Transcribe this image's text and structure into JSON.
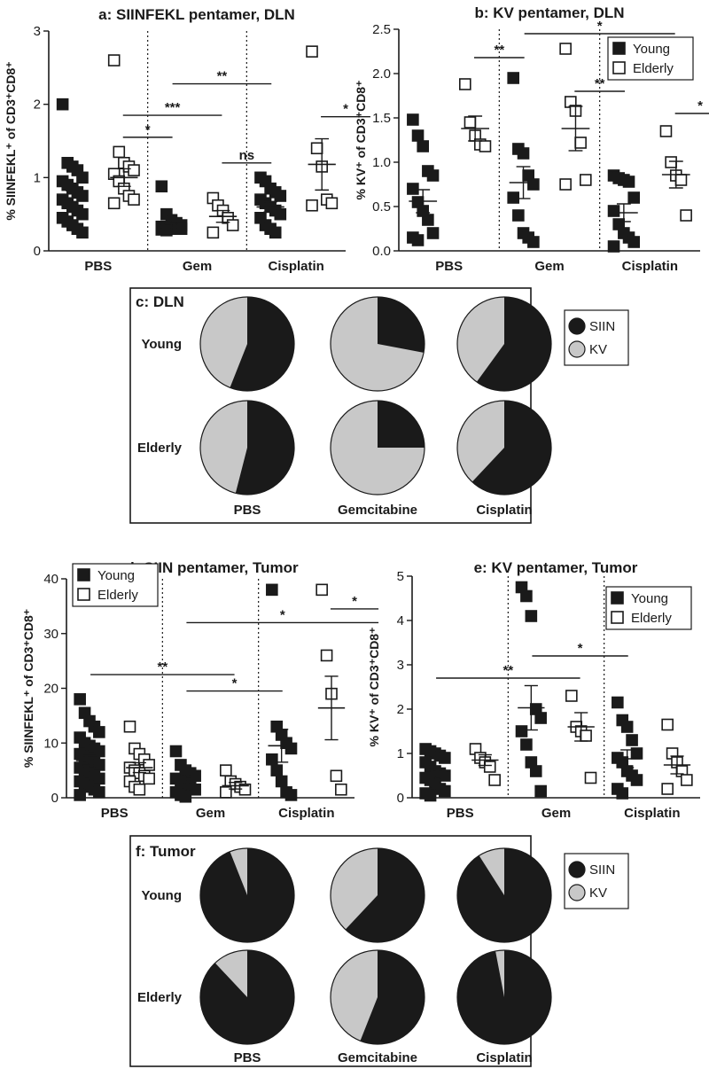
{
  "colors": {
    "young": "#1a1a1a",
    "elderly": "#ffffff",
    "siin": "#1a1a1a",
    "kv": "#c8c8c8",
    "axis": "#1a1a1a"
  },
  "chart_data": [
    {
      "id": "a",
      "type": "scatter",
      "title": "a: SIINFEKL pentamer, DLN",
      "ylabel": "% SIINFEKL⁺ of CD3⁺CD8⁺",
      "ylim": [
        0,
        3
      ],
      "yticks": [
        0,
        1,
        2,
        3
      ],
      "categories": [
        "PBS",
        "Gem",
        "Cisplatin"
      ],
      "legend": null,
      "series": [
        {
          "group": "Young",
          "points": [
            {
              "cat": 0,
              "values": [
                2.0,
                1.2,
                1.15,
                1.1,
                1.0,
                0.95,
                0.9,
                0.85,
                0.8,
                0.75,
                0.7,
                0.65,
                0.6,
                0.55,
                0.5,
                0.45,
                0.4,
                0.35,
                0.3,
                0.25
              ],
              "mean": 0.72,
              "sem": 0.1
            },
            {
              "cat": 1,
              "values": [
                0.88,
                0.5,
                0.42,
                0.38,
                0.35,
                0.33,
                0.32,
                0.31,
                0.3,
                0.3,
                0.29,
                0.28
              ],
              "mean": 0.32,
              "sem": 0.05
            },
            {
              "cat": 2,
              "values": [
                1.0,
                0.95,
                0.85,
                0.8,
                0.75,
                0.7,
                0.65,
                0.6,
                0.55,
                0.5,
                0.45,
                0.35,
                0.3,
                0.25
              ],
              "mean": 0.6,
              "sem": 0.07
            }
          ]
        },
        {
          "group": "Elderly",
          "points": [
            {
              "cat": 0,
              "values": [
                2.6,
                1.35,
                1.2,
                1.15,
                1.1,
                1.05,
                0.95,
                0.85,
                0.75,
                0.7,
                0.65
              ],
              "mean": 1.0,
              "sem": 0.12
            },
            {
              "cat": 1,
              "values": [
                0.72,
                0.62,
                0.55,
                0.45,
                0.35,
                0.25
              ],
              "mean": 0.47,
              "sem": 0.08
            },
            {
              "cat": 2,
              "values": [
                2.72,
                1.4,
                1.15,
                0.7,
                0.65,
                0.62
              ],
              "mean": 1.18,
              "sem": 0.35
            }
          ]
        }
      ],
      "significance": [
        {
          "label": "*",
          "x1": 0.25,
          "x2": 0.75,
          "y": 1.55
        },
        {
          "label": "***",
          "x1": 0.25,
          "x2": 1.25,
          "y": 1.85
        },
        {
          "label": "**",
          "x1": 0.75,
          "x2": 1.75,
          "y": 2.28
        },
        {
          "label": "ns",
          "x1": 1.25,
          "x2": 1.75,
          "y": 1.2
        },
        {
          "label": "*",
          "x1": 2.25,
          "x2": 2.75,
          "y": 1.83
        }
      ]
    },
    {
      "id": "b",
      "type": "scatter",
      "title": "b: KV pentamer, DLN",
      "ylabel": "% KV⁺ of CD3⁺CD8⁺",
      "ylim": [
        0,
        2.5
      ],
      "yticks": [
        0.0,
        0.5,
        1.0,
        1.5,
        2.0,
        2.5
      ],
      "categories": [
        "PBS",
        "Gem",
        "Cisplatin"
      ],
      "legend": [
        "Young",
        "Elderly"
      ],
      "series": [
        {
          "group": "Young",
          "points": [
            {
              "cat": 0,
              "values": [
                1.48,
                1.3,
                1.18,
                0.9,
                0.85,
                0.7,
                0.55,
                0.45,
                0.35,
                0.2,
                0.15,
                0.12
              ],
              "mean": 0.56,
              "sem": 0.13
            },
            {
              "cat": 1,
              "values": [
                1.95,
                1.15,
                1.1,
                0.85,
                0.75,
                0.6,
                0.4,
                0.2,
                0.15,
                0.1
              ],
              "mean": 0.77,
              "sem": 0.18
            },
            {
              "cat": 2,
              "values": [
                0.85,
                0.82,
                0.8,
                0.78,
                0.6,
                0.45,
                0.3,
                0.2,
                0.15,
                0.1,
                0.05
              ],
              "mean": 0.43,
              "sem": 0.1
            }
          ]
        },
        {
          "group": "Elderly",
          "points": [
            {
              "cat": 0,
              "values": [
                1.88,
                1.45,
                1.3,
                1.2,
                1.18
              ],
              "mean": 1.38,
              "sem": 0.14
            },
            {
              "cat": 1,
              "values": [
                2.28,
                1.68,
                1.58,
                1.22,
                0.8,
                0.75
              ],
              "mean": 1.38,
              "sem": 0.25
            },
            {
              "cat": 2,
              "values": [
                1.35,
                1.0,
                0.85,
                0.8,
                0.4
              ],
              "mean": 0.86,
              "sem": 0.15
            }
          ]
        }
      ],
      "significance": [
        {
          "label": "**",
          "x1": 0.25,
          "x2": 0.75,
          "y": 2.18
        },
        {
          "label": "*",
          "x1": 0.75,
          "x2": 2.25,
          "y": 2.45
        },
        {
          "label": "**",
          "x1": 1.25,
          "x2": 1.75,
          "y": 1.8
        },
        {
          "label": "*",
          "x1": 2.25,
          "x2": 2.75,
          "y": 1.55
        }
      ]
    },
    {
      "id": "d",
      "type": "scatter",
      "title": "d: SIIN pentamer, Tumor",
      "ylabel": "% SIINFEKL⁺ of CD3⁺CD8⁺",
      "ylim": [
        0,
        40
      ],
      "yticks": [
        0,
        10,
        20,
        30,
        40
      ],
      "categories": [
        "PBS",
        "Gem",
        "Cisplatin"
      ],
      "legend": [
        "Young",
        "Elderly"
      ],
      "series": [
        {
          "group": "Young",
          "points": [
            {
              "cat": 0,
              "values": [
                18,
                15.5,
                14,
                13,
                12,
                11,
                10,
                9.5,
                9,
                8.5,
                8,
                7.5,
                7,
                6.5,
                6,
                5.5,
                5,
                4.5,
                4,
                3.5,
                3,
                2.5,
                2,
                1.5,
                1,
                0.5
              ],
              "mean": 6.8,
              "sem": 0.9
            },
            {
              "cat": 1,
              "values": [
                8.5,
                6,
                5,
                4.5,
                4,
                3.5,
                3,
                2.5,
                2,
                1.5,
                1,
                0.5,
                0.2
              ],
              "mean": 3.4,
              "sem": 0.6
            },
            {
              "cat": 2,
              "values": [
                38,
                13,
                11.5,
                10,
                9,
                7,
                5,
                3,
                1,
                0.5
              ],
              "mean": 9.5,
              "sem": 3.0
            }
          ]
        },
        {
          "group": "Elderly",
          "points": [
            {
              "cat": 0,
              "values": [
                13,
                9,
                8,
                7,
                6,
                5.5,
                5,
                4.5,
                4,
                3.5,
                3,
                2,
                1.5
              ],
              "mean": 5.5,
              "sem": 0.9
            },
            {
              "cat": 1,
              "values": [
                5,
                3,
                2.5,
                2,
                1.5,
                1
              ],
              "mean": 2.2,
              "sem": 0.6
            },
            {
              "cat": 2,
              "values": [
                38,
                26,
                19,
                4,
                1.5
              ],
              "mean": 16.4,
              "sem": 5.8
            }
          ]
        }
      ],
      "significance": [
        {
          "label": "**",
          "x1": -0.25,
          "x2": 1.25,
          "y": 22.5
        },
        {
          "label": "*",
          "x1": 0.75,
          "x2": 1.75,
          "y": 19.5
        },
        {
          "label": "*",
          "x1": 0.75,
          "x2": 2.75,
          "y": 32
        },
        {
          "label": "*",
          "x1": 2.25,
          "x2": 2.75,
          "y": 34.5
        }
      ]
    },
    {
      "id": "e",
      "type": "scatter",
      "title": "e: KV pentamer, Tumor",
      "ylabel": "% KV⁺ of CD3⁺CD8⁺",
      "ylim": [
        0,
        5
      ],
      "yticks": [
        0,
        1,
        2,
        3,
        4,
        5
      ],
      "categories": [
        "PBS",
        "Gem",
        "Cisplatin"
      ],
      "legend": [
        "Young",
        "Elderly"
      ],
      "series": [
        {
          "group": "Young",
          "points": [
            {
              "cat": 0,
              "values": [
                1.1,
                1.05,
                1.0,
                0.95,
                0.9,
                0.8,
                0.7,
                0.6,
                0.55,
                0.5,
                0.45,
                0.4,
                0.3,
                0.2,
                0.15,
                0.1,
                0.05
              ],
              "mean": 0.55,
              "sem": 0.08
            },
            {
              "cat": 1,
              "values": [
                4.75,
                4.55,
                4.1,
                2.0,
                1.8,
                1.5,
                1.2,
                0.8,
                0.6,
                0.15
              ],
              "mean": 2.03,
              "sem": 0.5
            },
            {
              "cat": 2,
              "values": [
                2.15,
                1.75,
                1.6,
                1.3,
                1.0,
                0.9,
                0.8,
                0.6,
                0.5,
                0.4,
                0.2,
                0.1
              ],
              "mean": 0.88,
              "sem": 0.2
            }
          ]
        },
        {
          "group": "Elderly",
          "points": [
            {
              "cat": 0,
              "values": [
                1.1,
                0.9,
                0.8,
                0.7,
                0.4
              ],
              "mean": 0.85,
              "sem": 0.12
            },
            {
              "cat": 1,
              "values": [
                2.3,
                1.6,
                1.5,
                1.4,
                0.45
              ],
              "mean": 1.6,
              "sem": 0.32
            },
            {
              "cat": 2,
              "values": [
                1.65,
                1.0,
                0.8,
                0.6,
                0.4,
                0.2
              ],
              "mean": 0.74,
              "sem": 0.2
            }
          ]
        }
      ],
      "significance": [
        {
          "label": "**",
          "x1": -0.25,
          "x2": 1.25,
          "y": 2.7
        },
        {
          "label": "*",
          "x1": 0.75,
          "x2": 1.75,
          "y": 3.2
        }
      ]
    },
    {
      "id": "c",
      "type": "pie",
      "title": "c: DLN",
      "rows": [
        "Young",
        "Elderly"
      ],
      "columns": [
        "PBS",
        "Gemcitabine",
        "Cisplatin"
      ],
      "legend": [
        "SIIN",
        "KV"
      ],
      "siin_fraction": [
        [
          0.56,
          0.28,
          0.6
        ],
        [
          0.54,
          0.25,
          0.62
        ]
      ]
    },
    {
      "id": "f",
      "type": "pie",
      "title": "f: Tumor",
      "rows": [
        "Young",
        "Elderly"
      ],
      "columns": [
        "PBS",
        "Gemcitabine",
        "Cisplatin"
      ],
      "legend": [
        "SIIN",
        "KV"
      ],
      "siin_fraction": [
        [
          0.94,
          0.62,
          0.91
        ],
        [
          0.88,
          0.56,
          0.97
        ]
      ]
    }
  ]
}
